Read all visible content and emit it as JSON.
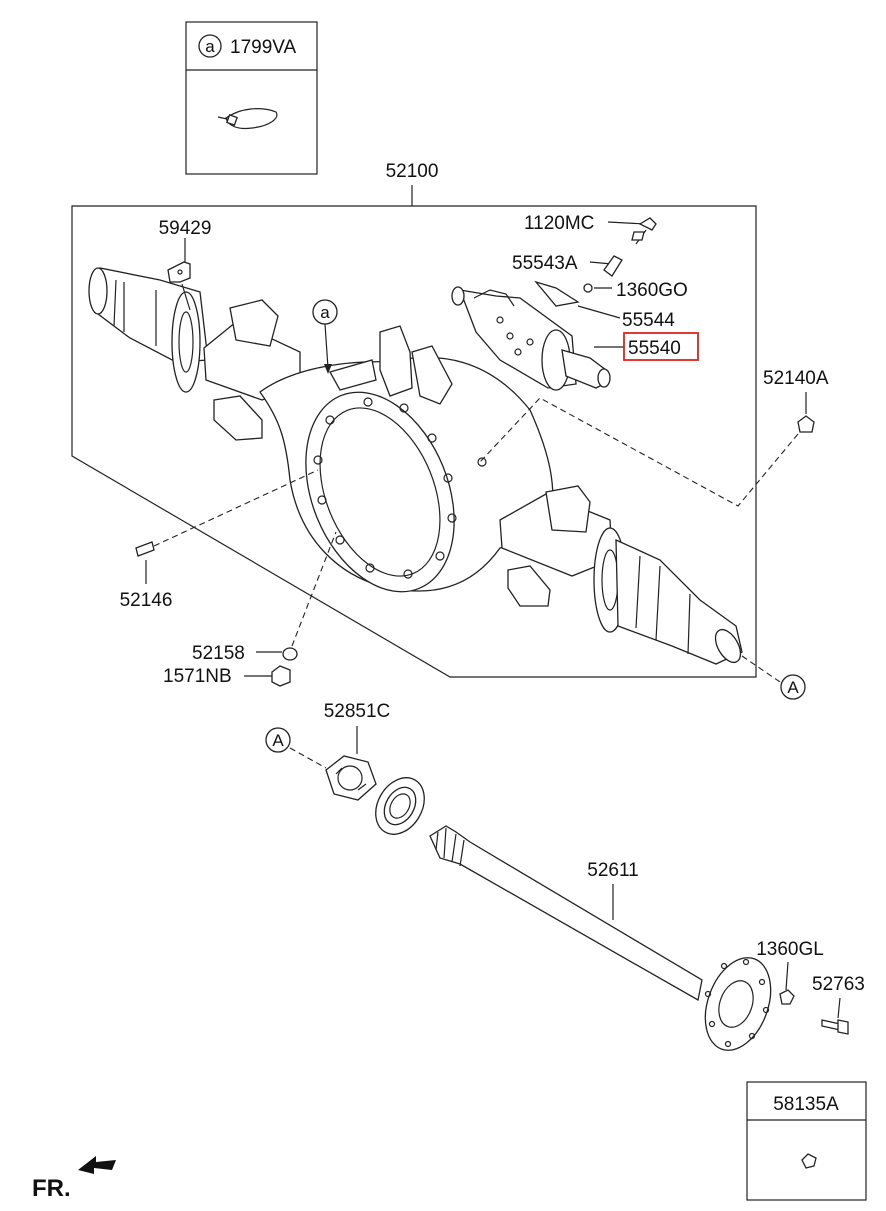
{
  "inset_top": {
    "circle_letter": "a",
    "part_no": "1799VA"
  },
  "inset_bottom": {
    "part_no": "58135A"
  },
  "labels": {
    "p52100": "52100",
    "p59429": "59429",
    "p1120MC": "1120MC",
    "p55543A": "55543A",
    "p1360GO": "1360GO",
    "p55544": "55544",
    "p55540": "55540",
    "p52140A": "52140A",
    "p52146": "52146",
    "p52158": "52158",
    "p1571NB": "1571NB",
    "p52851C": "52851C",
    "p52611": "52611",
    "p1360GL": "1360GL",
    "p52763": "52763"
  },
  "refs": {
    "ref_a_body": "a",
    "ref_A_right": "A",
    "ref_A_left": "A"
  },
  "highlighted_part": "55540",
  "direction_label": "FR.",
  "colors": {
    "highlight": "#e0231b",
    "line": "#222222"
  }
}
